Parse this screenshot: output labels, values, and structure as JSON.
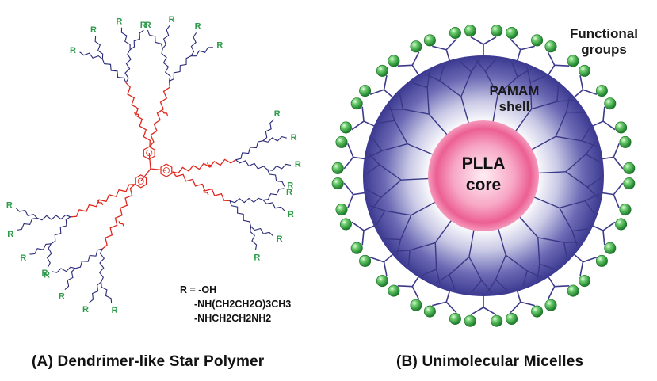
{
  "panel_a": {
    "caption": "(A) Dendrimer-like Star Polymer",
    "end_group_symbol": "R",
    "r_definition": {
      "line1": "R = -OH",
      "line2": "-NH(CH2CH2O)3CH3",
      "line3": "-NHCH2CH2NH2"
    }
  },
  "panel_b": {
    "caption": "(B) Unimolecular Micelles",
    "core_label_line1": "PLLA",
    "core_label_line2": "core",
    "shell_label_line1": "PAMAM",
    "shell_label_line2": "shell",
    "functional_label_line1": "Functional",
    "functional_label_line2": "groups"
  },
  "colors": {
    "core_pink": "#e8467c",
    "shell_blue": "#3e3c94",
    "functional_green": "#2e9a4a",
    "polymer_red": "#e0281e",
    "dendron_navy": "#2a2a78"
  }
}
